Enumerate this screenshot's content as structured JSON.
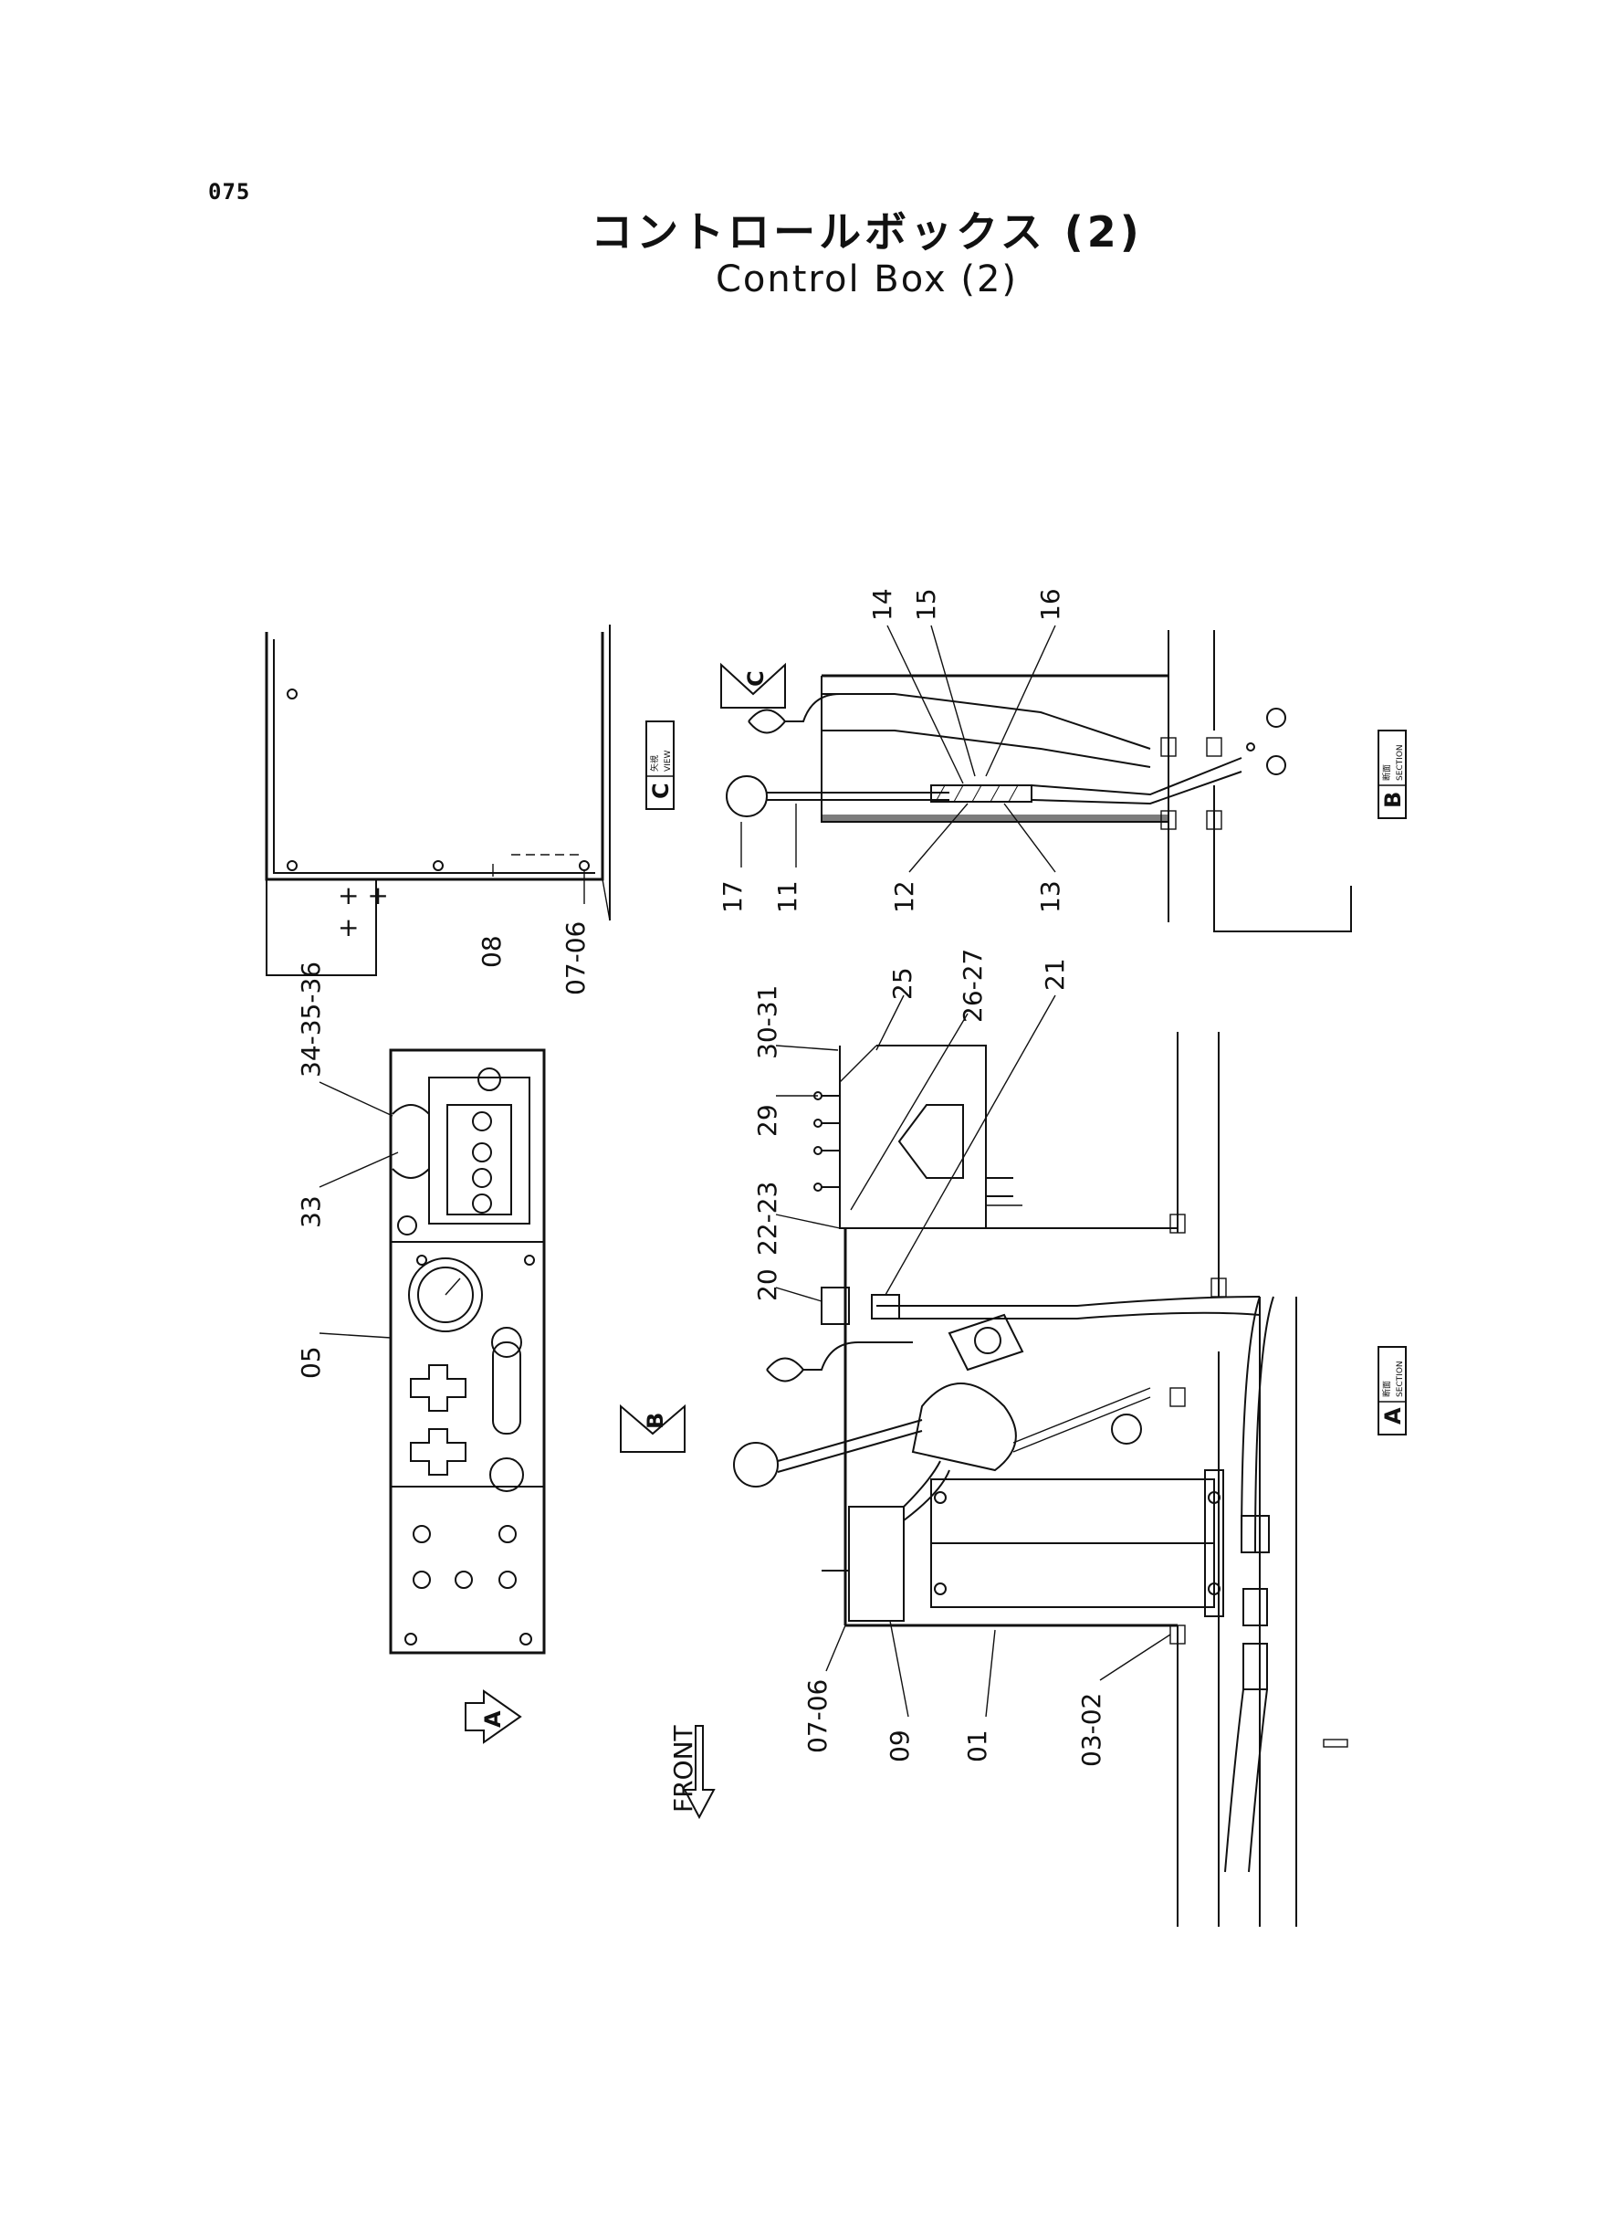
{
  "page_number": "075",
  "title_jp": "コントロールボックス (2)",
  "title_en": "Control Box (2)",
  "views": {
    "view_c": {
      "jp": "矢視",
      "en": "VIEW",
      "letter": "C"
    },
    "section_b": {
      "jp": "断面",
      "en": "SECTION",
      "letter": "B"
    },
    "section_a": {
      "jp": "断面",
      "en": "SECTION",
      "letter": "A"
    }
  },
  "arrows": {
    "a": "A",
    "b": "B",
    "c": "C"
  },
  "front_label": "FRONT",
  "callouts": {
    "p08": "08",
    "p07_06_top": "07-06",
    "p17": "17",
    "p11": "11",
    "p12": "12",
    "p13": "13",
    "p14": "14",
    "p15": "15",
    "p16": "16",
    "p34_35_36": "34-35-36",
    "p33": "33",
    "p05": "05",
    "p25": "25",
    "p26_27": "26-27",
    "p21": "21",
    "p30_31": "30-31",
    "p29": "29",
    "p22_23": "22-23",
    "p20": "20",
    "p07_06_bottom": "07-06",
    "p09": "09",
    "p01": "01",
    "p03_02": "03-02"
  }
}
